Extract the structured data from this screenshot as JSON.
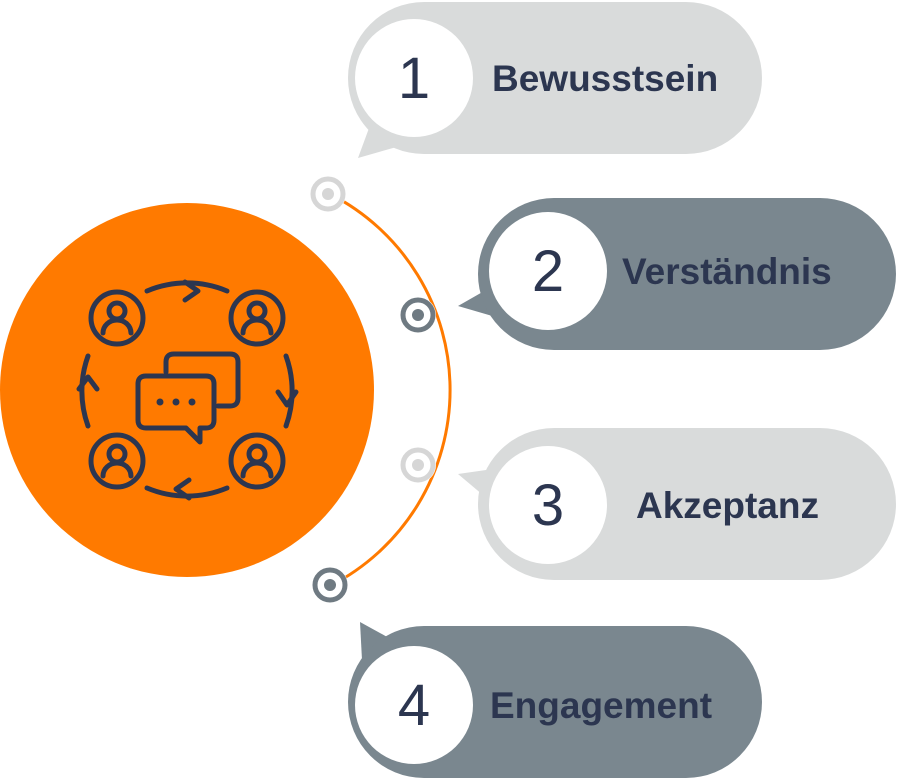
{
  "colors": {
    "orange": "#ff7a00",
    "navy": "#2c3650",
    "light_grey": "#d9dbdb",
    "dark_grey": "#7a878f",
    "dot_light": "#d6d6d6",
    "dot_dark": "#6f7a82",
    "white": "#ffffff"
  },
  "center_icon": "team-communication-icon",
  "steps": [
    {
      "number": "1",
      "label": "Bewusstsein",
      "style": "light"
    },
    {
      "number": "2",
      "label": "Verständnis",
      "style": "dark"
    },
    {
      "number": "3",
      "label": "Akzeptanz",
      "style": "light"
    },
    {
      "number": "4",
      "label": "Engagement",
      "style": "dark"
    }
  ]
}
